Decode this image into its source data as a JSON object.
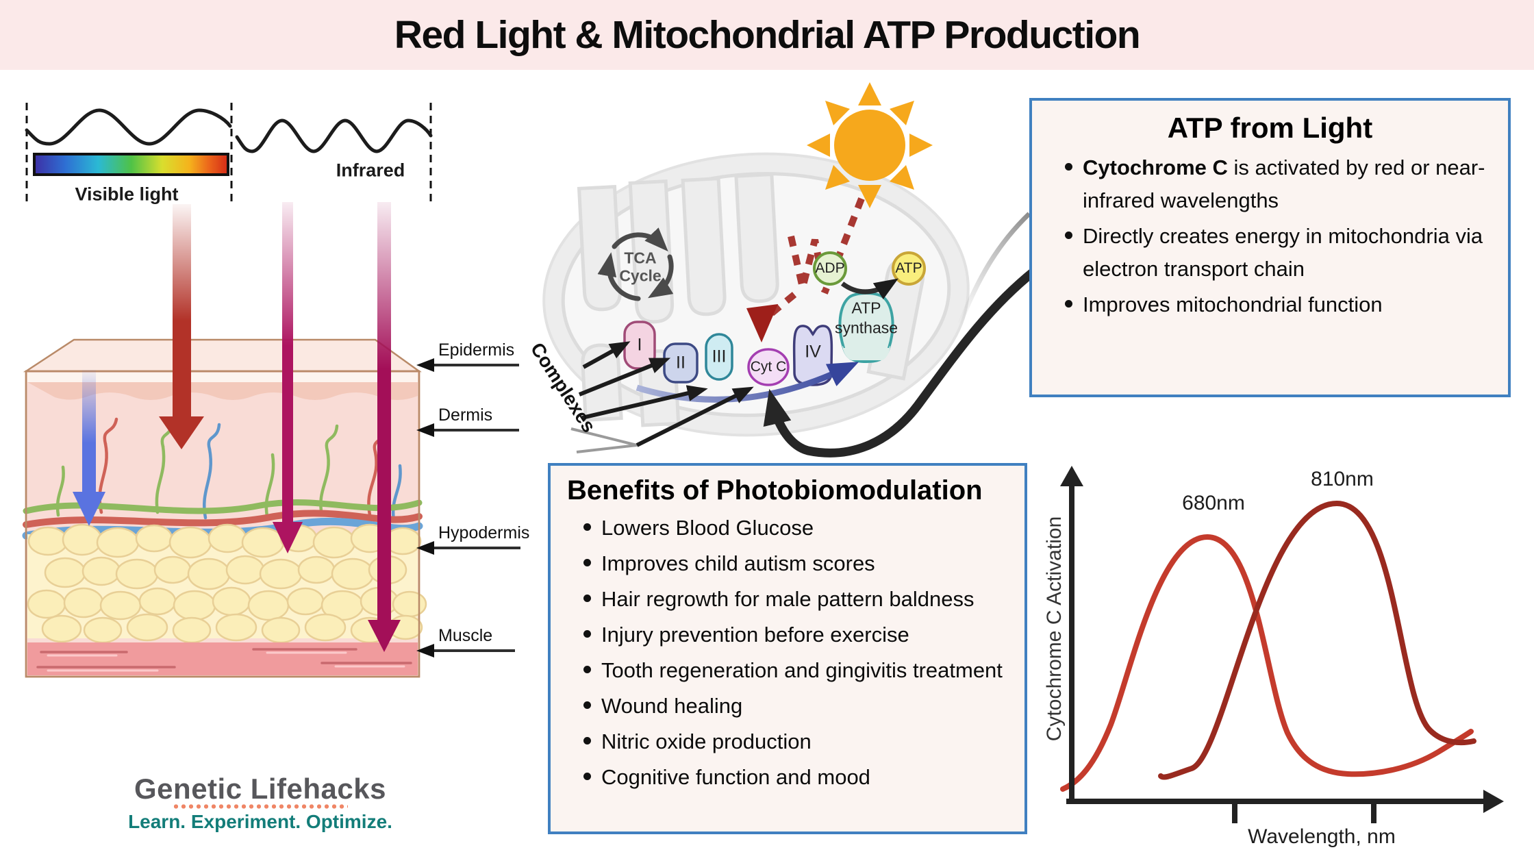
{
  "title": "Red Light & Mitochondrial ATP Production",
  "colors": {
    "title_band": "#fbe9e9",
    "box_border": "#4080c0",
    "box_background": "#fbf4f1",
    "red_arrow": "#b23228",
    "magenta_arrow": "#ad1460",
    "blue_arrow": "#5a73e0",
    "sun": "#f6a81c",
    "curve_680": "#c43b2c",
    "curve_810": "#992a1f",
    "logo_name": "#57575b",
    "logo_tagline": "#137d79",
    "logo_dots": "#ef8666"
  },
  "spectrum": {
    "visible_label": "Visible light",
    "infrared_label": "Infrared",
    "gradient": [
      "#3d2fa5",
      "#2e6fd3",
      "#2bb9d4",
      "#4fc247",
      "#d9de2e",
      "#f5b31c",
      "#ec671b",
      "#d42a17"
    ]
  },
  "skin": {
    "layer_labels": [
      "Epidermis",
      "Dermis",
      "Hypodermis",
      "Muscle"
    ]
  },
  "mito": {
    "tca": "TCA Cycle",
    "complex_1": "I",
    "complex_2": "II",
    "complex_3": "III",
    "cyt_c": "Cyt C",
    "complex_4": "IV",
    "atp_synthase": "ATP synthase",
    "adp": "ADP",
    "atp": "ATP",
    "complexes_label": "Complexes"
  },
  "atp_box": {
    "title": "ATP from Light",
    "items": [
      {
        "bold": "Cytochrome C",
        "rest": " is activated by red or near-infrared wavelengths"
      },
      {
        "bold": "",
        "rest": "Directly creates energy in mitochondria via electron transport chain"
      },
      {
        "bold": "",
        "rest": "Improves mitochondrial function"
      }
    ]
  },
  "benefits_box": {
    "title": "Benefits of Photobiomodulation",
    "items": [
      "Lowers Blood Glucose",
      "Improves child autism scores",
      "Hair regrowth for male pattern baldness",
      "Injury prevention before exercise",
      "Tooth regeneration and gingivitis treatment",
      "Wound healing",
      "Nitric oxide production",
      "Cognitive function and mood"
    ]
  },
  "logo": {
    "name": "Genetic Lifehacks",
    "tagline": "Learn. Experiment. Optimize."
  },
  "chart": {
    "ylabel": "Cytochrome C Activation",
    "xlabel": "Wavelength, nm",
    "peak1_label": "680nm",
    "peak2_label": "810nm"
  },
  "chart_data": {
    "type": "line",
    "title": "Cytochrome C activation vs wavelength",
    "xlabel": "Wavelength, nm",
    "ylabel": "Cytochrome C Activation",
    "grid": false,
    "legend": "none",
    "x_ticks_shown_nm": [
      680,
      810
    ],
    "annotations": [
      "680nm",
      "810nm"
    ],
    "series": [
      {
        "name": "680nm",
        "color": "#c43b2c",
        "peak_nm": 680,
        "points": [
          [
            600,
            0.05
          ],
          [
            620,
            0.13
          ],
          [
            640,
            0.4
          ],
          [
            660,
            0.8
          ],
          [
            680,
            1.0
          ],
          [
            700,
            0.78
          ],
          [
            715,
            0.45
          ],
          [
            730,
            0.2
          ],
          [
            745,
            0.08
          ],
          [
            770,
            0.03
          ],
          [
            800,
            0.02
          ],
          [
            830,
            0.03
          ],
          [
            860,
            0.09
          ],
          [
            875,
            0.14
          ]
        ]
      },
      {
        "name": "810nm",
        "color": "#992a1f",
        "peak_nm": 810,
        "points": [
          [
            660,
            0.04
          ],
          [
            690,
            0.06
          ],
          [
            720,
            0.15
          ],
          [
            745,
            0.4
          ],
          [
            770,
            0.8
          ],
          [
            790,
            1.03
          ],
          [
            810,
            1.12
          ],
          [
            830,
            0.85
          ],
          [
            850,
            0.45
          ],
          [
            865,
            0.2
          ],
          [
            880,
            0.09
          ],
          [
            895,
            0.06
          ]
        ]
      }
    ]
  }
}
